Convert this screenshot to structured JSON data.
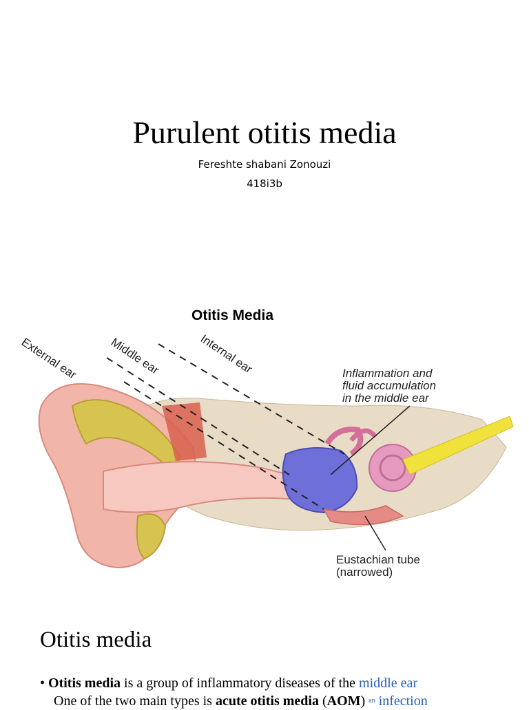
{
  "slide1": {
    "title": "Purulent otitis media",
    "author": "Fereshte shabani Zonouzi",
    "code": "418i3b"
  },
  "figure": {
    "title": "Otitis Media",
    "label_external": "External ear",
    "label_middle": "Middle ear",
    "label_internal": "Internal ear",
    "callout_1": "Inflammation and",
    "callout_2": "fluid accumulation",
    "callout_3": "in the middle ear",
    "tube_1": "Eustachian tube",
    "tube_2": "(narrowed)"
  },
  "slide2": {
    "heading": "Otitis media",
    "bullet_char": "•",
    "line1_bold": "Otitis media",
    "line1_text": " is a group of inflammatory diseases of the ",
    "line1_link": "middle ear",
    "line2_text": "One of the two main types is ",
    "line2_bold": "acute otitis media",
    "line2_open": " (",
    "line2_bold2": "AOM",
    "line2_close": ") ",
    "line2_sup": "an",
    "line2_link": "infection"
  }
}
